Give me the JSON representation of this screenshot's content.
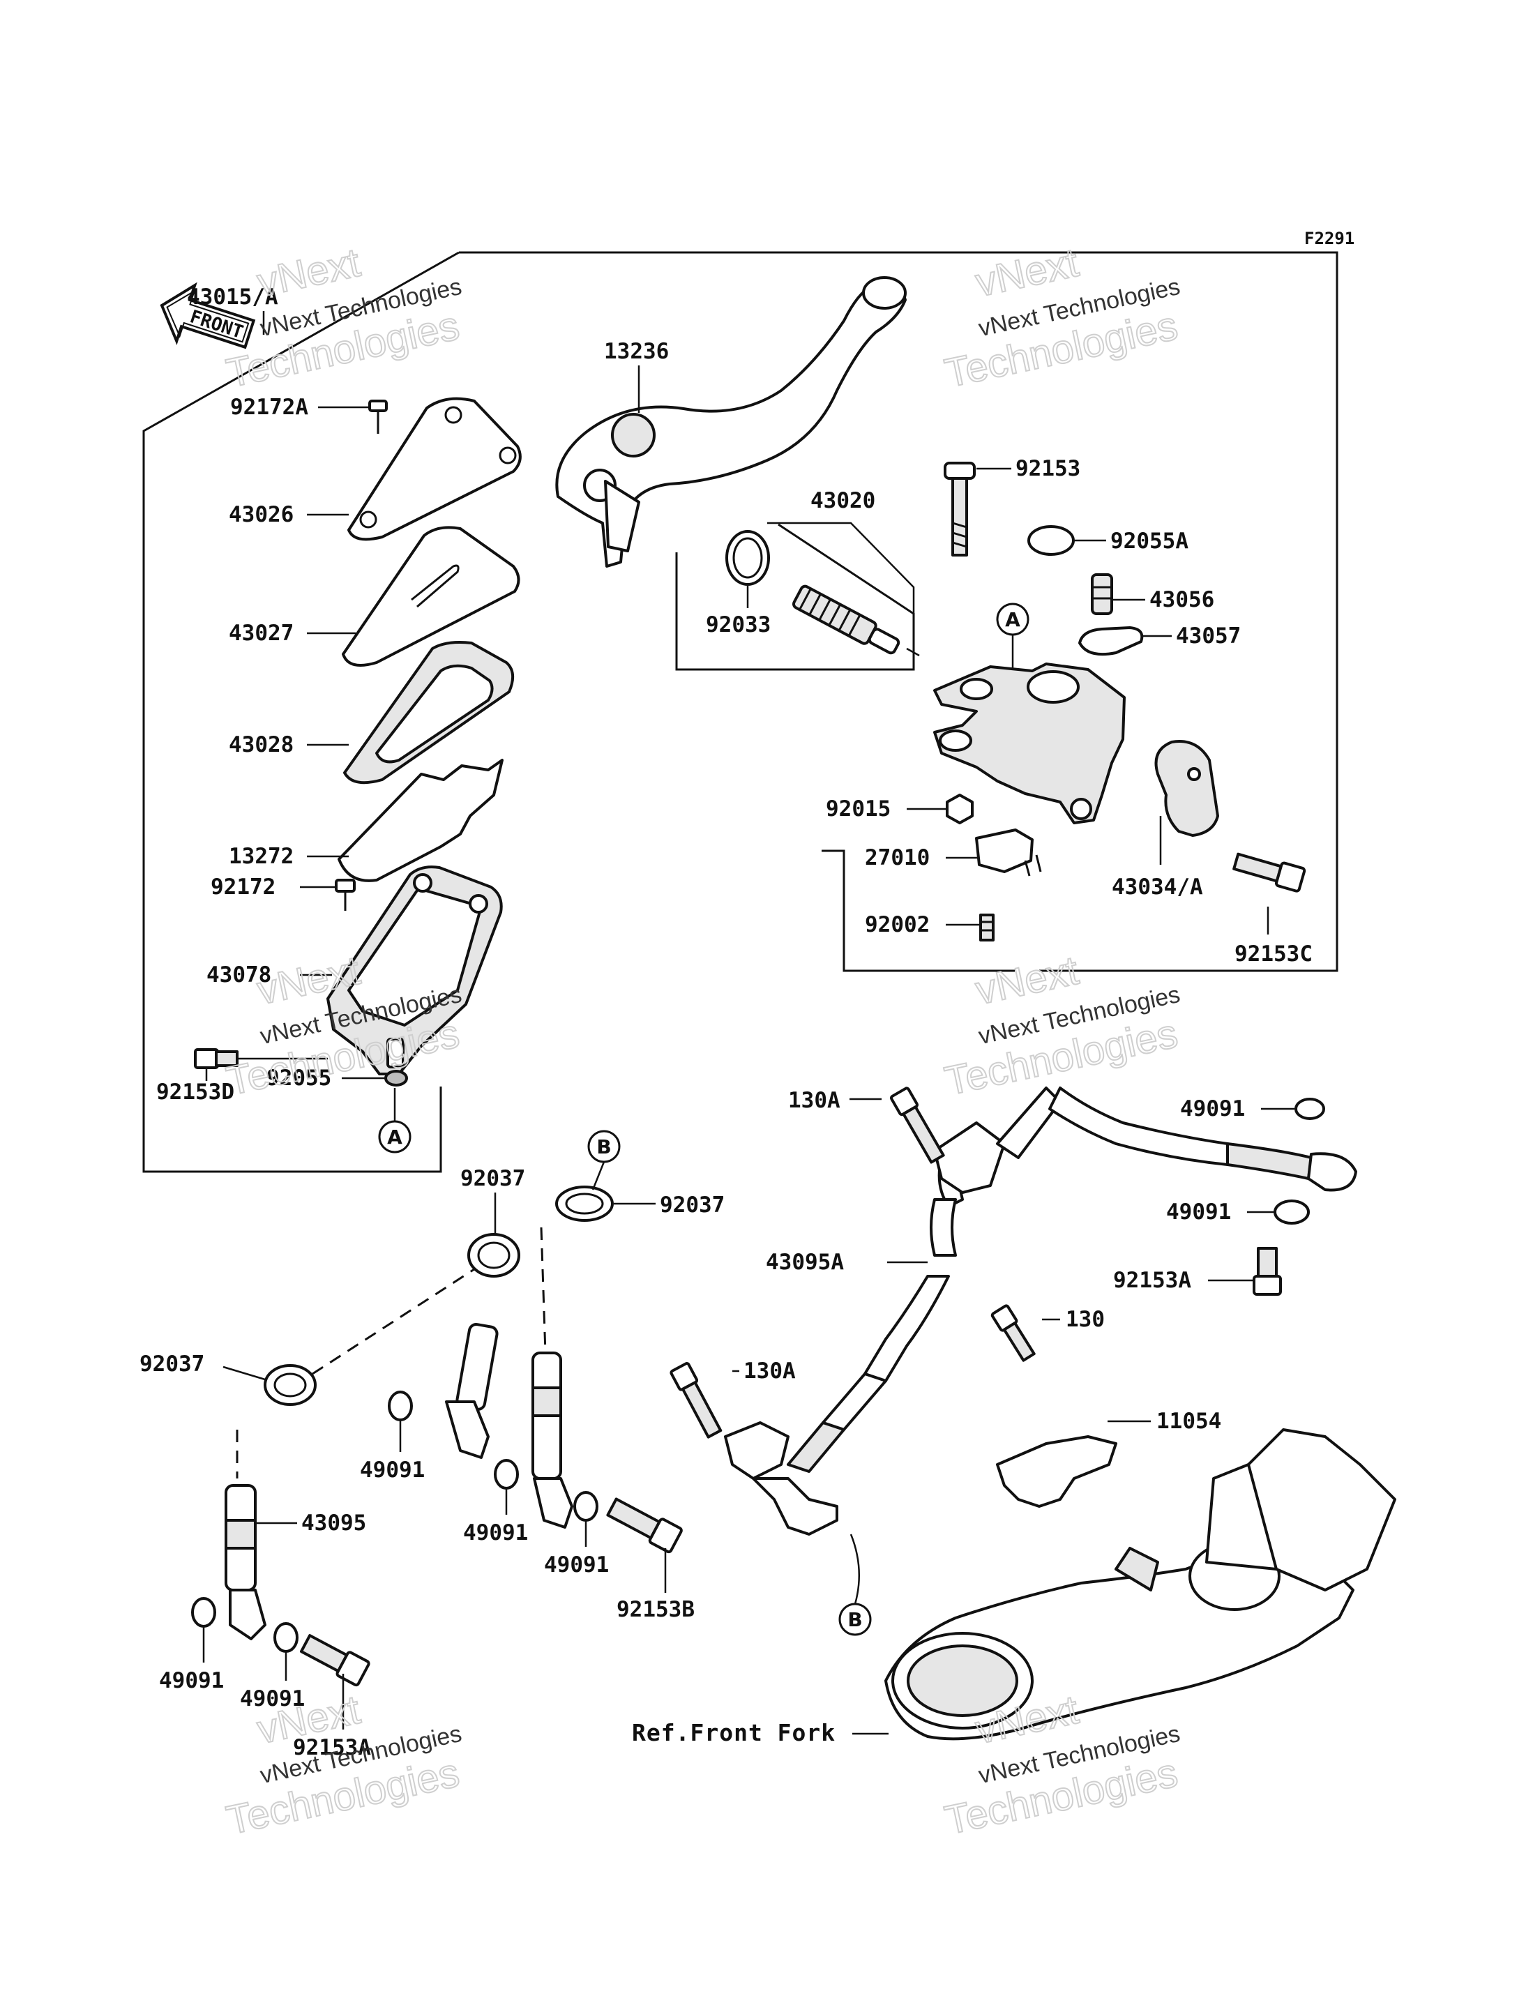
{
  "figure_code": "F2291",
  "front_label": "FRONT",
  "watermark": {
    "line1": "vNext Technologies",
    "line2": "vNext",
    "line3": "Technologies"
  },
  "callouts": {
    "a": "A",
    "b": "B"
  },
  "parts": {
    "p43015A": "43015/A",
    "p92172A": "92172A",
    "p43026": "43026",
    "p43027": "43027",
    "p43028": "43028",
    "p13272": "13272",
    "p92172": "92172",
    "p43078": "43078",
    "p92153D": "92153D",
    "p92055": "92055",
    "p13236": "13236",
    "p43020": "43020",
    "p92033": "92033",
    "p92153": "92153",
    "p92055A": "92055A",
    "p43056": "43056",
    "p43057": "43057",
    "p92015": "92015",
    "p27010": "27010",
    "p92002": "92002",
    "p43034A": "43034/A",
    "p92153C": "92153C",
    "p130A_1": "130A",
    "p49091_r1": "49091",
    "p49091_r2": "49091",
    "p92153A_r": "92153A",
    "p43095A": "43095A",
    "p130": "130",
    "p130A_2": "130A",
    "p11054": "11054",
    "p92037_1": "92037",
    "p92037_2": "92037",
    "p92037_3": "92037",
    "p49091_m1": "49091",
    "p49091_m2": "49091",
    "p49091_m3": "49091",
    "p92153B": "92153B",
    "p43095": "43095",
    "p49091_l1": "49091",
    "p49091_l2": "49091",
    "p92153A_l": "92153A",
    "ref_front_fork": "Ref.Front Fork"
  }
}
